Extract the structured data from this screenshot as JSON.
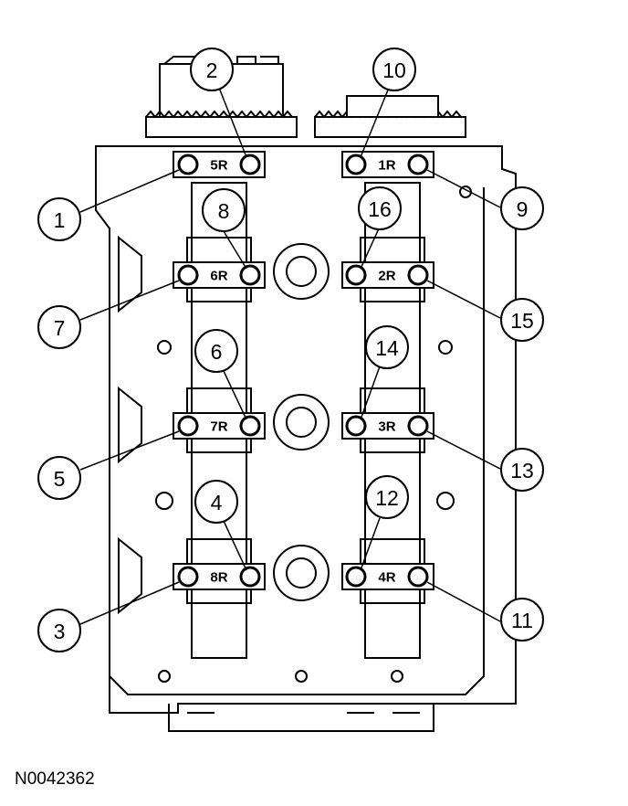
{
  "figure_ref": "N0042362",
  "callouts": {
    "c1": "1",
    "c2": "2",
    "c3": "3",
    "c4": "4",
    "c5": "5",
    "c6": "6",
    "c7": "7",
    "c8": "8",
    "c9": "9",
    "c10": "10",
    "c11": "11",
    "c12": "12",
    "c13": "13",
    "c14": "14",
    "c15": "15",
    "c16": "16"
  },
  "bearing_caps": {
    "left": [
      "5R",
      "6R",
      "7R",
      "8R"
    ],
    "right": [
      "1R",
      "2R",
      "3R",
      "4R"
    ]
  },
  "colors": {
    "line": "#000000",
    "background": "#ffffff"
  }
}
